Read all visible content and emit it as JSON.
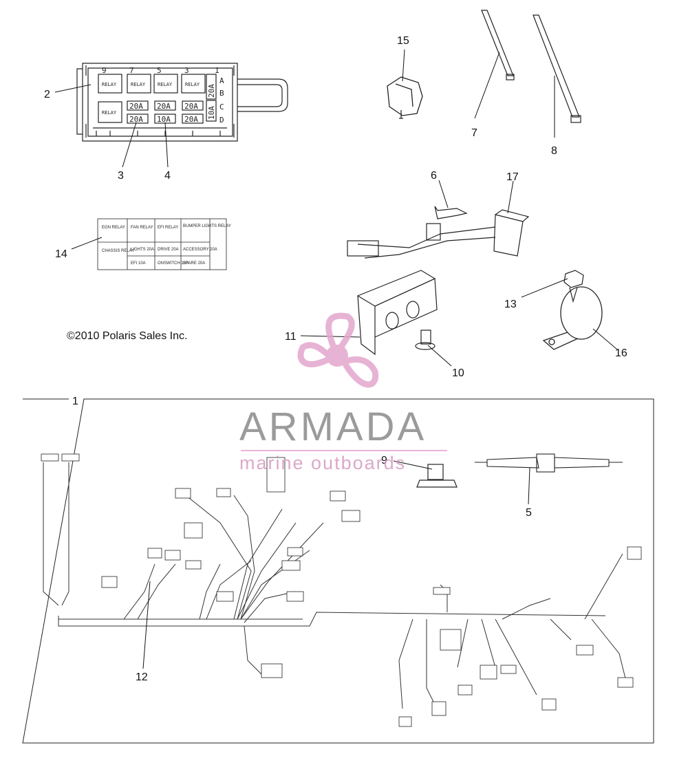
{
  "copyright": "©2010 Polaris Sales Inc.",
  "watermark": {
    "brand": "ARMADA",
    "tagline": "marine outboards",
    "colors": {
      "brand": "#8a8a8a",
      "accent": "#e3a6cd"
    }
  },
  "callouts": {
    "c1": "1",
    "c2": "2",
    "c3": "3",
    "c4": "4",
    "c5": "5",
    "c6": "6",
    "c7": "7",
    "c8": "8",
    "c9": "9",
    "c10": "10",
    "c11": "11",
    "c12": "12",
    "c13": "13",
    "c14": "14",
    "c15": "15",
    "c16": "16",
    "c17": "17"
  },
  "fuse_box": {
    "top_numbers": [
      "9",
      "7",
      "5",
      "3",
      "1"
    ],
    "row_letters": [
      "A",
      "B",
      "C",
      "D"
    ],
    "relays": [
      "RELAY",
      "RELAY",
      "RELAY",
      "RELAY",
      "RELAY"
    ],
    "fuses": [
      "20A",
      "20A",
      "20A",
      "20A",
      "10A",
      "20A"
    ],
    "side_fuses": [
      "20A",
      "10A"
    ]
  },
  "fuse_chart": {
    "row1": [
      "EGN RELAY",
      "FAN RELAY",
      "EFI RELAY",
      "BUMPER LIGHTS RELAY"
    ],
    "row2": [
      "CHASSIS RELAY",
      "LIGHTS 20A",
      "DRIVE 20A",
      "ACCESSORY 20A"
    ],
    "row3": [
      "",
      "EFI 10A",
      "ONSWITCH 10A",
      "SPARE 20A"
    ]
  }
}
